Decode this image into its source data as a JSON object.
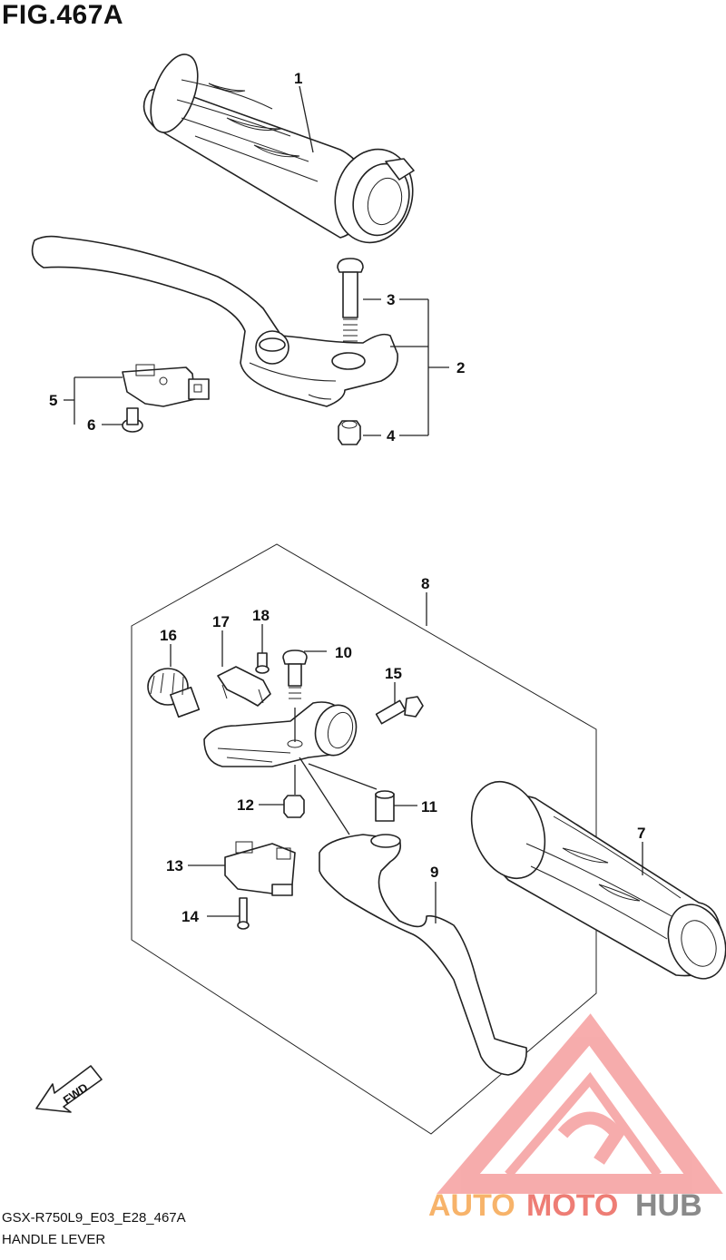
{
  "figure_title": "FIG.467A",
  "diagram_code": "GSX-R750L9_E03_E28_467A",
  "diagram_name": "HANDLE LEVER",
  "callouts": [
    "1",
    "2",
    "3",
    "4",
    "5",
    "6",
    "7",
    "8",
    "9",
    "10",
    "11",
    "12",
    "13",
    "14",
    "15",
    "16",
    "17",
    "18"
  ],
  "fwd_arrow_label": "FWD",
  "watermark": {
    "part1": "AUTO",
    "part2": "MOTO",
    "part3": "HUB",
    "colors": {
      "auto": "#f7b36a",
      "moto": "#ee7d75",
      "hub": "#8a8a8a",
      "triangle": "#f06a6a"
    }
  }
}
